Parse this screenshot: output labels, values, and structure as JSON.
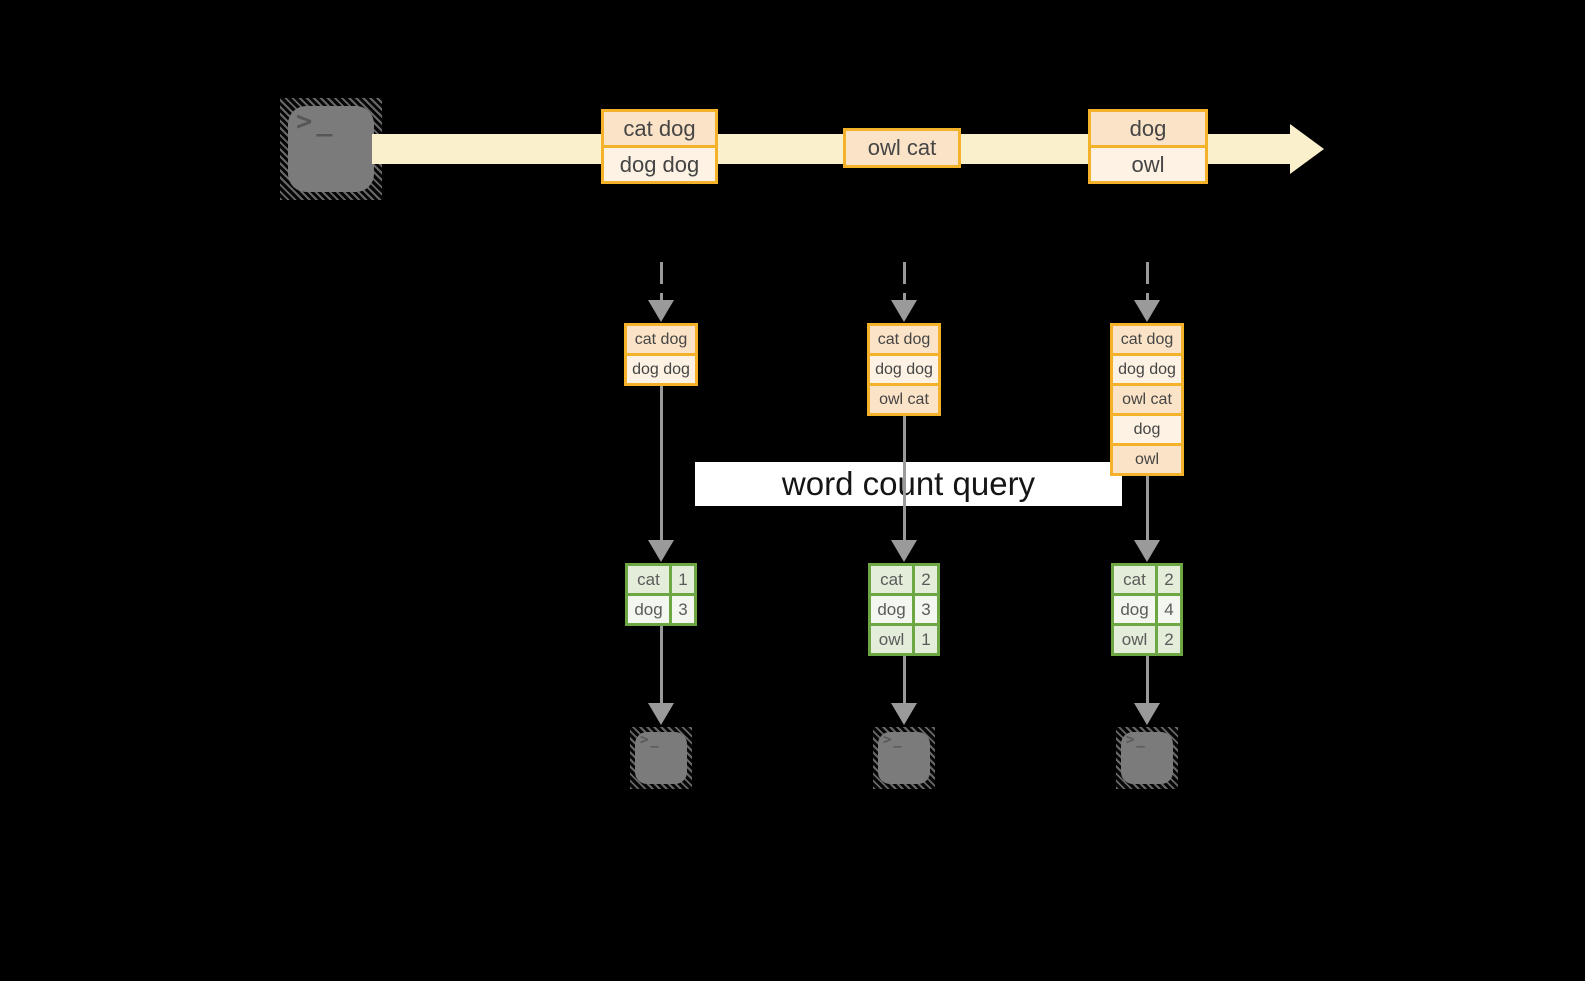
{
  "banner": {
    "label": "word count query"
  },
  "source": {
    "glyph": ">_"
  },
  "timeline": {
    "batches": [
      {
        "records": [
          "cat dog",
          "dog dog"
        ]
      },
      {
        "records": [
          "owl cat"
        ]
      },
      {
        "records": [
          "dog",
          "owl"
        ]
      }
    ]
  },
  "columns": [
    {
      "accumulated": [
        "cat dog",
        "dog dog"
      ],
      "counts": [
        {
          "word": "cat",
          "value": "1"
        },
        {
          "word": "dog",
          "value": "3"
        }
      ],
      "output_glyph": ">_"
    },
    {
      "accumulated": [
        "cat dog",
        "dog dog",
        "owl cat"
      ],
      "counts": [
        {
          "word": "cat",
          "value": "2"
        },
        {
          "word": "dog",
          "value": "3"
        },
        {
          "word": "owl",
          "value": "1"
        }
      ],
      "output_glyph": ">_"
    },
    {
      "accumulated": [
        "cat dog",
        "dog dog",
        "owl cat",
        "dog",
        "owl"
      ],
      "counts": [
        {
          "word": "cat",
          "value": "2"
        },
        {
          "word": "dog",
          "value": "4"
        },
        {
          "word": "owl",
          "value": "2"
        }
      ],
      "output_glyph": ">_"
    }
  ],
  "colors": {
    "orange_border": "#F3B229",
    "peach_dark": "#FBE3C7",
    "peach_light": "#FDF2E3",
    "stream_arrow_fill": "#FAF0CC",
    "green_border": "#6CA743",
    "green_cell_dark": "#E3EDD9",
    "green_cell_light": "#F3F7EF",
    "arrow_gray": "#9A9A9A",
    "terminal_gray": "#7B7B7B",
    "background": "#000000"
  }
}
